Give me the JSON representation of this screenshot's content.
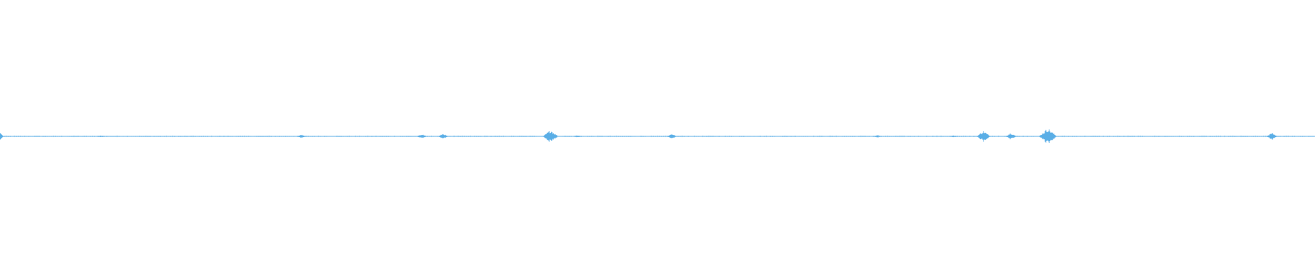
{
  "waveform": {
    "color": "#5aaee6",
    "background": "#ffffff",
    "playhead_icon": "play-triangle-icon",
    "bursts": [
      {
        "t": 0.0765,
        "amp": 0.12
      },
      {
        "t": 0.229,
        "amp": 0.25
      },
      {
        "t": 0.321,
        "amp": 0.35
      },
      {
        "t": 0.337,
        "amp": 0.4
      },
      {
        "t": 0.419,
        "amp": 1.0
      },
      {
        "t": 0.439,
        "amp": 0.18
      },
      {
        "t": 0.511,
        "amp": 0.4
      },
      {
        "t": 0.667,
        "amp": 0.22
      },
      {
        "t": 0.725,
        "amp": 0.15
      },
      {
        "t": 0.748,
        "amp": 0.85
      },
      {
        "t": 0.769,
        "amp": 0.55
      },
      {
        "t": 0.797,
        "amp": 1.25
      },
      {
        "t": 0.967,
        "amp": 0.55
      }
    ]
  }
}
